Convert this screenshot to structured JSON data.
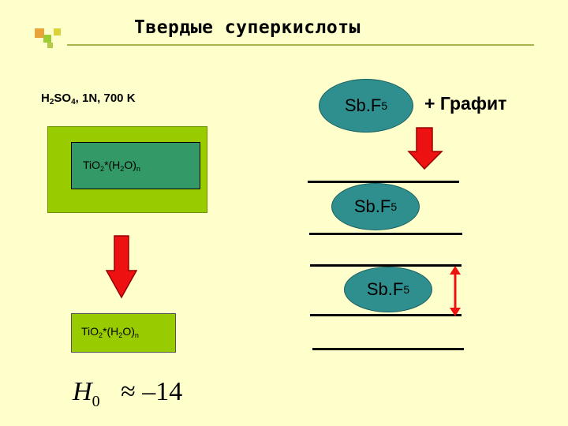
{
  "title": "Твердые суперкислоты",
  "colors": {
    "background": "#ffffcc",
    "outer_box": "#99cc00",
    "inner_box": "#339966",
    "ellipse": "#2f8f8f",
    "arrow": "#ee1111",
    "rule": "#a9b54a"
  },
  "reagent": {
    "h": "H",
    "h_sub": "2",
    "so": "SO",
    "so_sub": "4",
    "conditions": ", 1N, 700 K"
  },
  "oxide_top": {
    "ti": "TiO",
    "ti_sub": "2",
    "mid": "*(H",
    "h_sub": "2",
    "tail": "O)",
    "n_sub": "n"
  },
  "oxide_bottom": {
    "ti": "TiO",
    "ti_sub": "2",
    "mid": "*(H",
    "h_sub": "2",
    "tail": "O)",
    "n_sub": "n"
  },
  "sbf5": {
    "main": "Sb.F",
    "sub": "5"
  },
  "graphite_label": "+ Графит",
  "acidity": {
    "symbol": "H",
    "sub": "0",
    "approx": "≈ –14"
  }
}
